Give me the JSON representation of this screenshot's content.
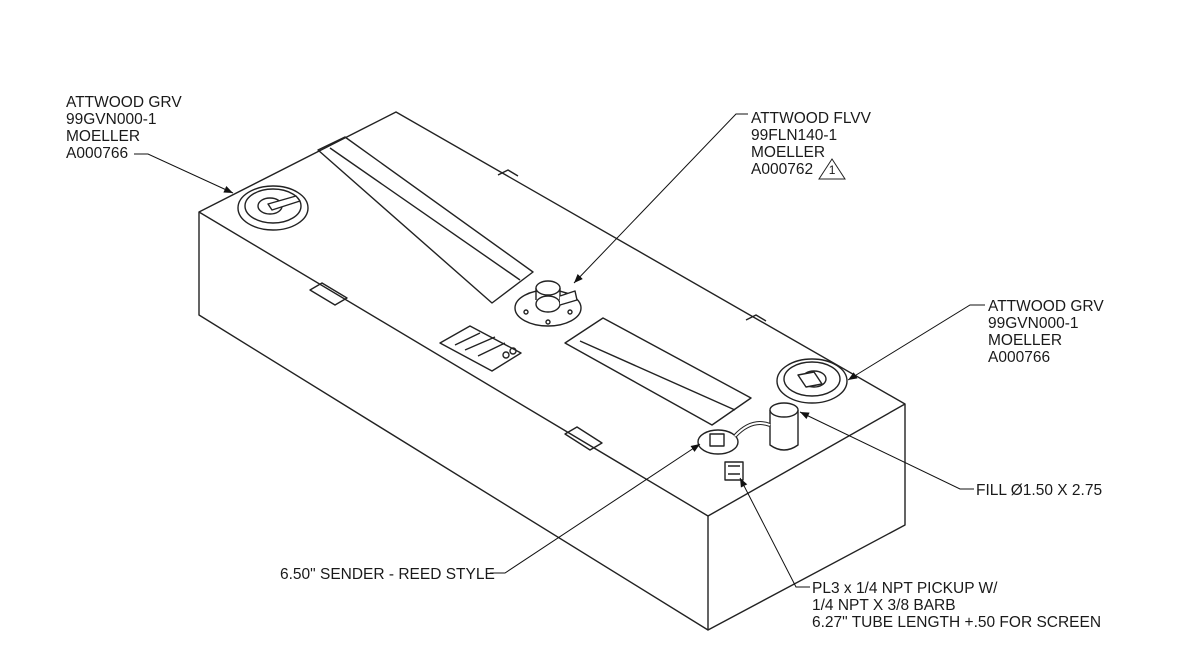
{
  "callouts": {
    "grv_top": [
      "ATTWOOD GRV",
      "99GVN000-1",
      "MOELLER",
      "A000766"
    ],
    "flvv": [
      "ATTWOOD FLVV",
      "99FLN140-1",
      "MOELLER",
      "A000762"
    ],
    "flvv_revision": "1",
    "grv_right": [
      "ATTWOOD GRV",
      "99GVN000-1",
      "MOELLER",
      "A000766"
    ],
    "fill": "FILL Ø1.50 X 2.75",
    "sender": "6.50\" SENDER - REED STYLE",
    "pickup": [
      "PL3 x 1/4 NPT PICKUP W/",
      "1/4 NPT X 3/8 BARB",
      "6.27\" TUBE LENGTH +.50 FOR SCREEN"
    ]
  }
}
